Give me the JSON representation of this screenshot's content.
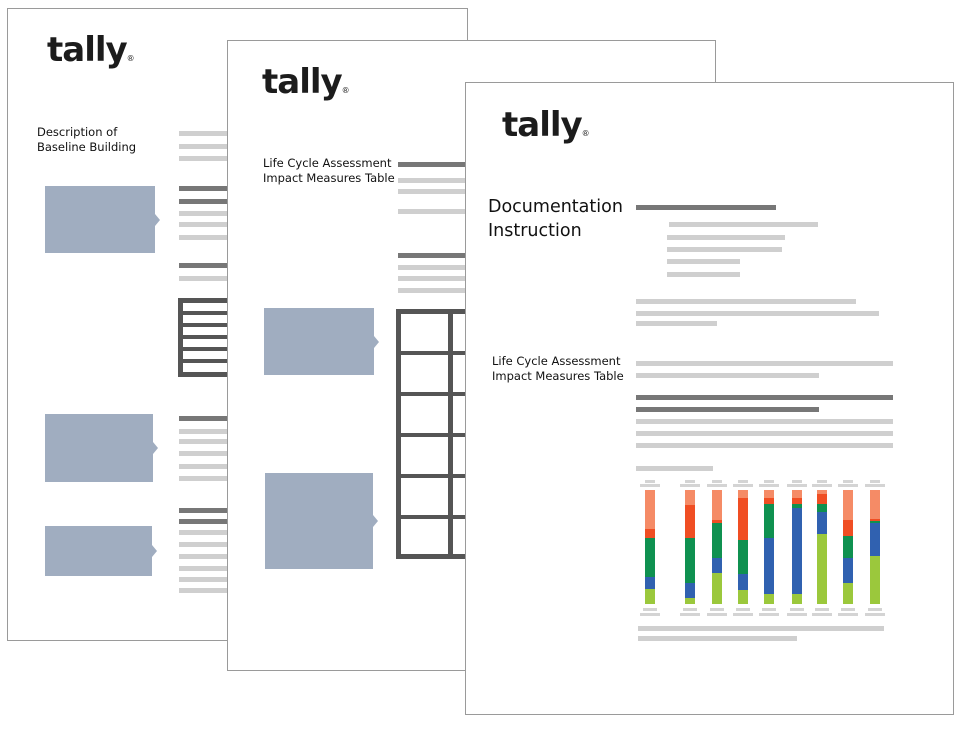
{
  "logo": {
    "text": "tally",
    "mark": "®"
  },
  "page1": {
    "title_line1": "Description of",
    "title_line2": "Baseline Building"
  },
  "page2": {
    "title_line1": "Life Cycle Assessment",
    "title_line2": "Impact Measures Table"
  },
  "page3": {
    "heading_line1": "Documentation",
    "heading_line2": "Instruction",
    "section_line1": "Life Cycle Assessment",
    "section_line2": "Impact Measures Table"
  },
  "colors": {
    "salmon": "#f58b66",
    "red": "#f04e23",
    "green": "#0f9150",
    "blue": "#3061b0",
    "lime": "#9bc83c",
    "placeholder_box": "#a0adc0"
  },
  "chart": {
    "type": "stacked-bar",
    "segment_order": [
      "salmon",
      "red",
      "green",
      "blue",
      "lime"
    ],
    "bars": [
      [
        117,
        27,
        116,
        36,
        46
      ],
      [
        45,
        99,
        134,
        46,
        18
      ],
      [
        89,
        10,
        104,
        45,
        94
      ],
      [
        23,
        127,
        103,
        46,
        43
      ],
      [
        24,
        18,
        102,
        167,
        31
      ],
      [
        24,
        17,
        14,
        256,
        31
      ],
      [
        12,
        30,
        24,
        66,
        210
      ],
      [
        89,
        50,
        64,
        75,
        64
      ],
      [
        86,
        6,
        8,
        97,
        145
      ]
    ]
  }
}
